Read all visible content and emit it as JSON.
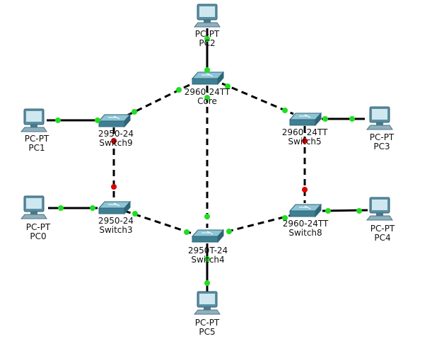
{
  "colors": {
    "link": "#000000",
    "port_up": "#22dd22",
    "port_down": "#dd0000",
    "switch_top": "#8fc4d4",
    "switch_side": "#3f7f94",
    "pc_screen": "#cfe8f0",
    "pc_body": "#5a8fa3"
  },
  "devices": [
    {
      "id": "pc2",
      "kind": "pc",
      "model": "PC-PT",
      "name": "PC2"
    },
    {
      "id": "core",
      "kind": "switch",
      "model": "2960-24TT",
      "name": "Core"
    },
    {
      "id": "pc1",
      "kind": "pc",
      "model": "PC-PT",
      "name": "PC1"
    },
    {
      "id": "switch9",
      "kind": "switch",
      "model": "2950-24",
      "name": "Switch9"
    },
    {
      "id": "switch5",
      "kind": "switch",
      "model": "2960-24TT",
      "name": "Switch5"
    },
    {
      "id": "pc3",
      "kind": "pc",
      "model": "PC-PT",
      "name": "PC3"
    },
    {
      "id": "pc0",
      "kind": "pc",
      "model": "PC-PT",
      "name": "PC0"
    },
    {
      "id": "switch3",
      "kind": "switch",
      "model": "2950-24",
      "name": "Switch3"
    },
    {
      "id": "switch8",
      "kind": "switch",
      "model": "2960-24TT",
      "name": "Switch8"
    },
    {
      "id": "pc4",
      "kind": "pc",
      "model": "PC-PT",
      "name": "PC4"
    },
    {
      "id": "switch4",
      "kind": "switch",
      "model": "2950T-24",
      "name": "Switch4"
    },
    {
      "id": "pc5",
      "kind": "pc",
      "model": "PC-PT",
      "name": "PC5"
    }
  ],
  "links": [
    {
      "from": "pc2",
      "to": "core",
      "style": "straight",
      "from_state": "up",
      "to_state": "up"
    },
    {
      "from": "pc1",
      "to": "switch9",
      "style": "straight",
      "from_state": "up",
      "to_state": "up"
    },
    {
      "from": "pc3",
      "to": "switch5",
      "style": "straight",
      "from_state": "up",
      "to_state": "up"
    },
    {
      "from": "pc0",
      "to": "switch3",
      "style": "straight",
      "from_state": "up",
      "to_state": "up"
    },
    {
      "from": "pc4",
      "to": "switch8",
      "style": "straight",
      "from_state": "up",
      "to_state": "up"
    },
    {
      "from": "pc5",
      "to": "switch4",
      "style": "straight",
      "from_state": "up",
      "to_state": "up"
    },
    {
      "from": "core",
      "to": "switch9",
      "style": "dashed",
      "from_state": "up",
      "to_state": "up"
    },
    {
      "from": "core",
      "to": "switch5",
      "style": "dashed",
      "from_state": "up",
      "to_state": "up"
    },
    {
      "from": "core",
      "to": "switch4",
      "style": "dashed",
      "from_state": "up",
      "to_state": "up"
    },
    {
      "from": "switch9",
      "to": "switch3",
      "style": "dashed",
      "from_state": "down",
      "to_state": "down"
    },
    {
      "from": "switch5",
      "to": "switch8",
      "style": "dashed",
      "from_state": "down",
      "to_state": "down"
    },
    {
      "from": "switch3",
      "to": "switch4",
      "style": "dashed",
      "from_state": "up",
      "to_state": "up"
    },
    {
      "from": "switch8",
      "to": "switch4",
      "style": "dashed",
      "from_state": "up",
      "to_state": "up"
    }
  ]
}
